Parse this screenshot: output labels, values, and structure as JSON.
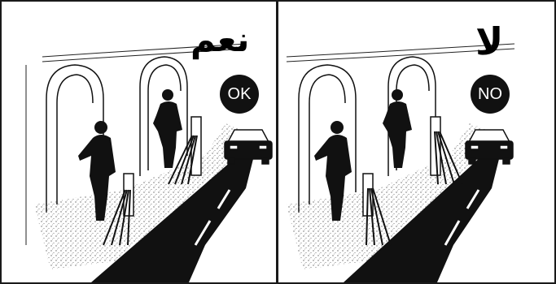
{
  "left_panel": {
    "arabic_label": "نعم",
    "badge_text": "OK"
  },
  "right_panel": {
    "arabic_label": "لا",
    "badge_text": "NO"
  },
  "colors": {
    "ink": "#111111",
    "background": "#ffffff"
  }
}
